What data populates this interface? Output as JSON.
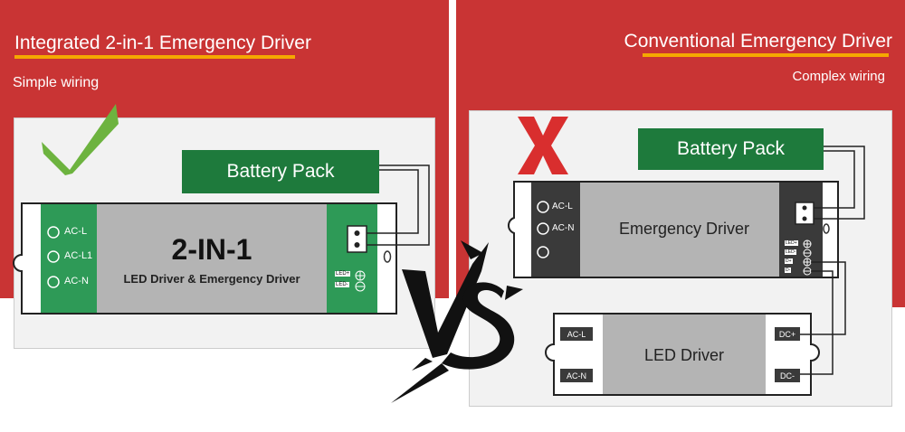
{
  "left": {
    "title": "Integrated 2-in-1 Emergency Driver",
    "subtitle": "Simple wiring",
    "battery_pack": "Battery Pack",
    "terminals": [
      "AC-L",
      "AC-L1",
      "AC-N"
    ],
    "device_title": "2-IN-1",
    "device_subtitle": "LED Driver & Emergency Driver",
    "led_plus": "LED+",
    "led_minus": "LED-"
  },
  "right": {
    "title": "Conventional Emergency Driver",
    "subtitle": "Complex wiring",
    "battery_pack": "Battery Pack",
    "emergency_terminals": [
      "AC-L",
      "AC-N"
    ],
    "emergency_title": "Emergency Driver",
    "small_labels": [
      "LED+",
      "LED-",
      "D+",
      "D-"
    ],
    "led_driver_title": "LED Driver",
    "led_driver_left": [
      "AC-L",
      "AC-N"
    ],
    "led_driver_right": [
      "DC+",
      "DC-"
    ]
  },
  "center": {
    "versus": "VS"
  },
  "colors": {
    "banner_red": "#c93434",
    "terminal_green": "#2e9a57",
    "battery_green": "#1e7a3c",
    "underline_yellow": "#f5a800",
    "check_green": "#6db33f",
    "cross_red": "#d92e2e"
  }
}
